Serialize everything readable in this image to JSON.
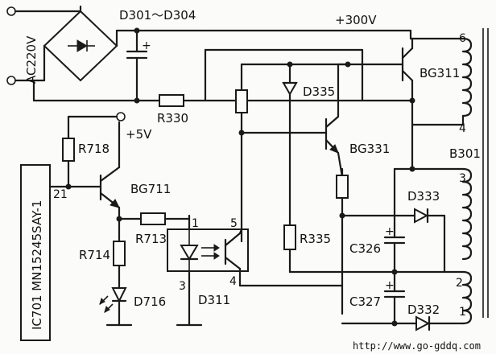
{
  "labels": {
    "ac": "AC220V",
    "bridge": "D301～D304",
    "supply": "+300V",
    "r330": "R330",
    "bg311": "BG311",
    "d335": "D335",
    "bg331": "BG331",
    "transformer": "B301",
    "d333": "D333",
    "r335": "R335",
    "c326": "C326",
    "c327": "C327",
    "d332": "D332",
    "plus5v": "+5V",
    "r718": "R718",
    "bg711": "BG711",
    "ic": "IC701 MN15245SAY-1",
    "r713": "R713",
    "r714": "R714",
    "d716": "D716",
    "d311": "D311",
    "url": "http://www.go-gddq.com"
  },
  "pins": {
    "t6": "6",
    "t4": "4",
    "t3": "3",
    "t2": "2",
    "t1": "1",
    "ic21": "21",
    "opto1": "1",
    "opto5": "5",
    "opto3": "3",
    "opto4": "4"
  }
}
